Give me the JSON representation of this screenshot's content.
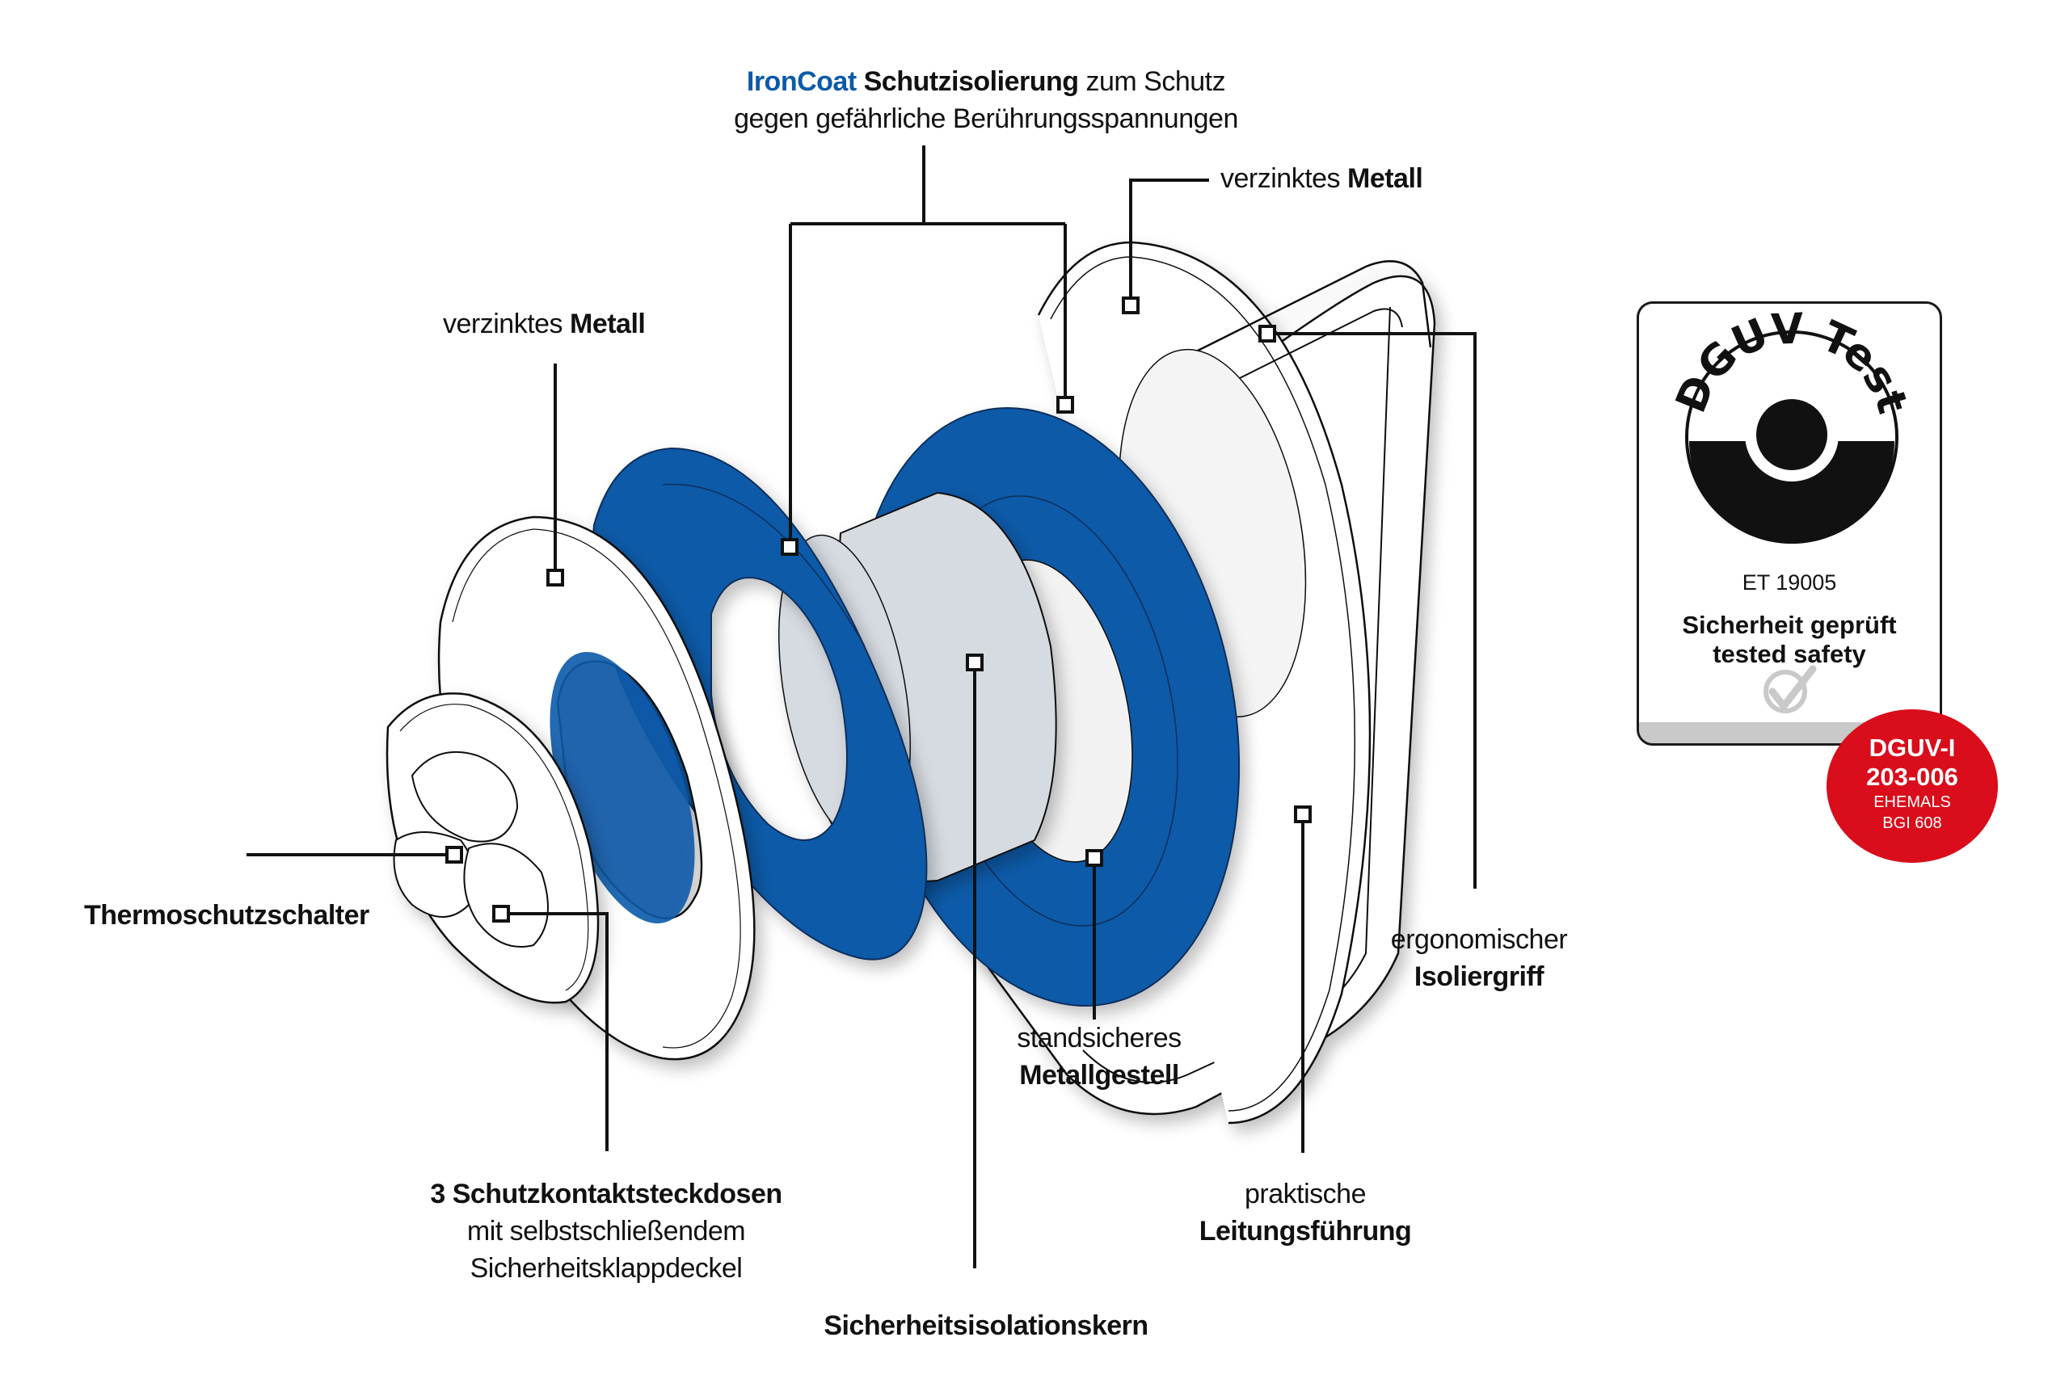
{
  "diagram": {
    "title_label": {
      "brand": "IronCoat",
      "bold": "Schutzisolierung",
      "rest_line1": " zum Schutz",
      "line2": "gegen gefährliche Berührungsspannungen"
    },
    "labels": {
      "metal_rear": {
        "light": "verzinktes ",
        "bold": "Metall"
      },
      "metal_front": {
        "light": "verzinktes ",
        "bold": "Metall"
      },
      "thermal_switch": {
        "bold": "Thermoschutzschalter"
      },
      "sockets": {
        "bold": "3 Schutzkontaktsteckdosen",
        "line2": "mit selbstschließendem",
        "line3": "Sicherheitsklappdeckel"
      },
      "core": {
        "bold": "Sicherheitsisolationskern"
      },
      "frame": {
        "light": "standsicheres",
        "bold": "Metallgestell"
      },
      "cable_guide": {
        "light": "praktische",
        "bold": "Leitungsführung"
      },
      "handle": {
        "light": "ergonomischer",
        "bold": "Isoliergriff"
      }
    }
  },
  "certification": {
    "logo_text": "DGUV Test",
    "cert_number": "ET 19005",
    "line1": "Sicherheit geprüft",
    "line2": "tested safety",
    "seal": {
      "line1": "DGUV-I",
      "line2": "203-006",
      "line3": "EHEMALS",
      "line4": "BGI 608"
    }
  },
  "colors": {
    "ironcoat_blue": "#0b5aa8",
    "core_gray": "#d6dbe1",
    "seal_red": "#d90d1b",
    "outline": "#111111"
  }
}
